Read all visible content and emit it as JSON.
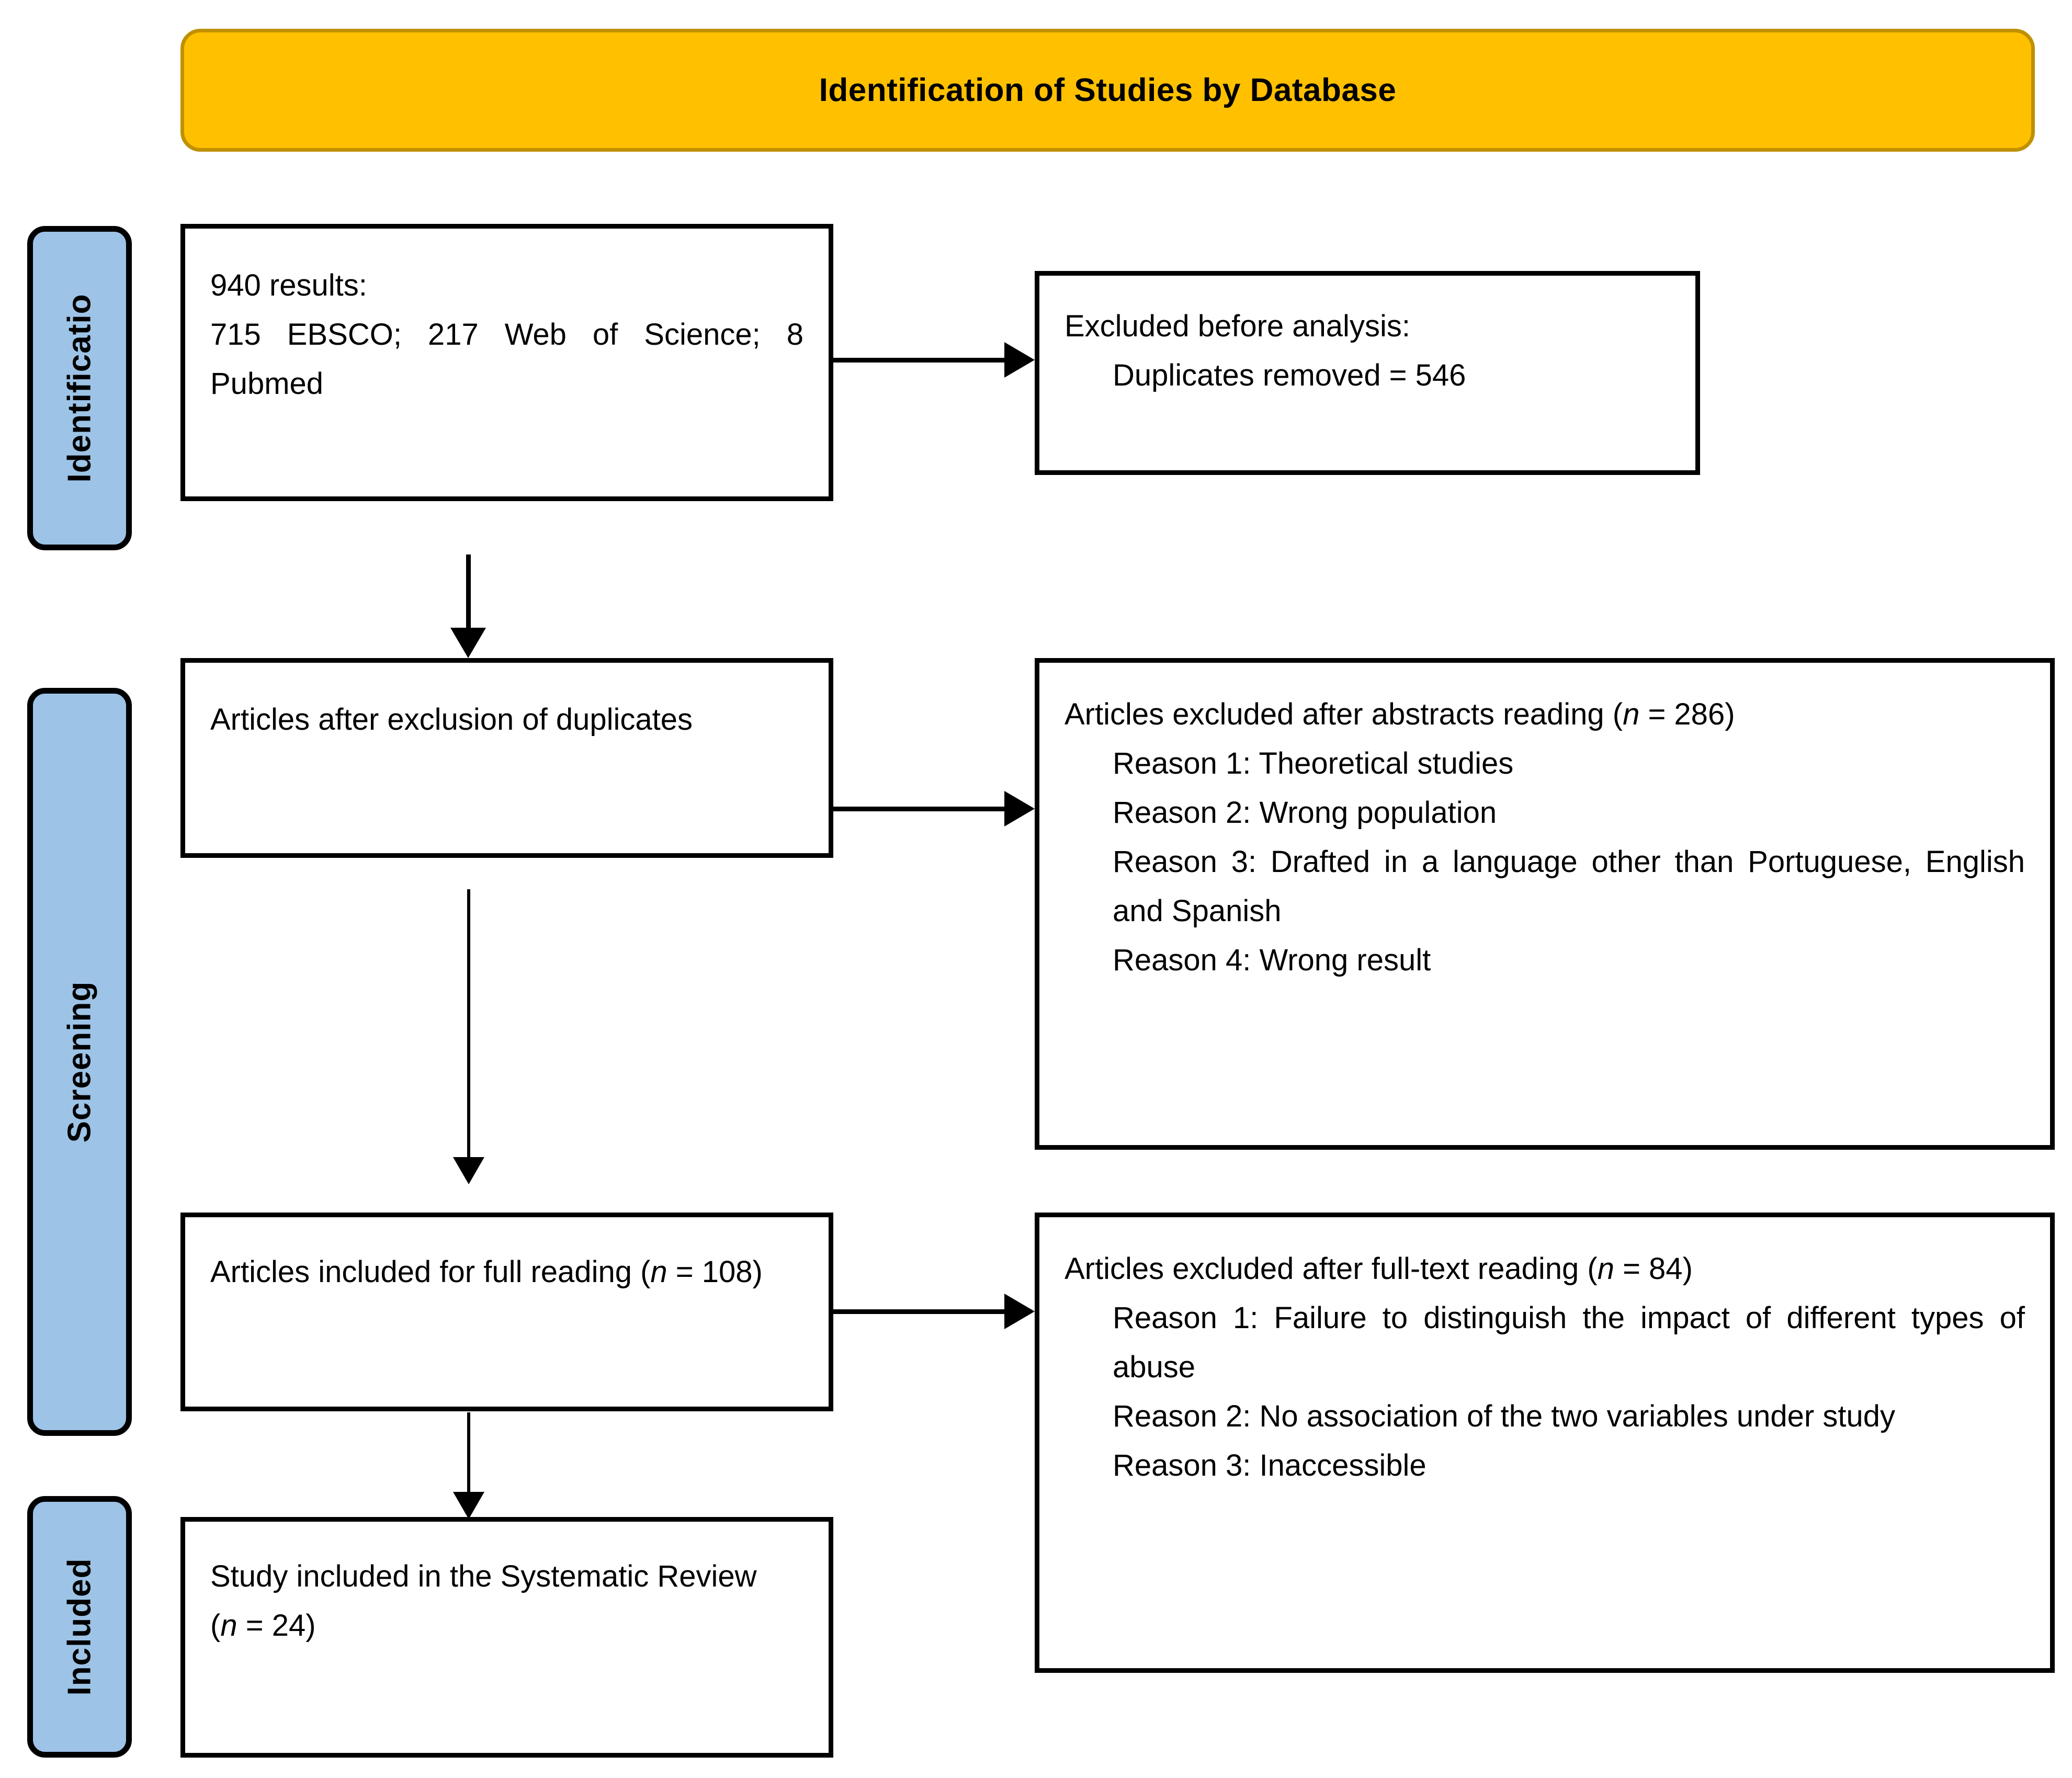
{
  "banner": {
    "title": "Identification of Studies by Database",
    "fill_color": "#FFC000",
    "border_color": "#BF9000"
  },
  "phases": [
    {
      "label": "Identificatio",
      "fill_color": "#9DC3E6"
    },
    {
      "label": "Screening",
      "fill_color": "#9DC3E6"
    },
    {
      "label": "Included",
      "fill_color": "#9DC3E6"
    }
  ],
  "boxes": {
    "records_identified": {
      "line1": "940 results:",
      "line2": "715 EBSCO; 217 Web of Science; 8 Pubmed"
    },
    "excluded_before_analysis": {
      "line1": "Excluded before analysis:",
      "line2": "Duplicates removed = 546"
    },
    "after_duplicates": {
      "line1": "Articles after exclusion of duplicates"
    },
    "excluded_abstracts": {
      "heading_prefix": "Articles excluded after abstracts reading (",
      "heading_n": "n",
      "heading_suffix": " = 286)",
      "reasons": [
        "Reason 1: Theoretical studies",
        "Reason 2: Wrong population",
        "Reason 3: Drafted in a language other than Portuguese, English and Spanish",
        "Reason 4: Wrong result"
      ]
    },
    "full_reading": {
      "prefix": "Articles included for full reading (",
      "n": "n",
      "suffix": " = 108)"
    },
    "excluded_fulltext": {
      "heading_prefix": "Articles excluded after full-text reading (",
      "heading_n": "n",
      "heading_suffix": " = 84)",
      "reasons": [
        "Reason 1: Failure to distinguish the impact of different types of abuse",
        "Reason 2: No association of the two variables under study",
        "Reason 3: Inaccessible"
      ]
    },
    "included_final": {
      "line1": "Study included in the Systematic Review",
      "n_prefix": "(",
      "n": "n",
      "n_suffix": " = 24)"
    }
  }
}
